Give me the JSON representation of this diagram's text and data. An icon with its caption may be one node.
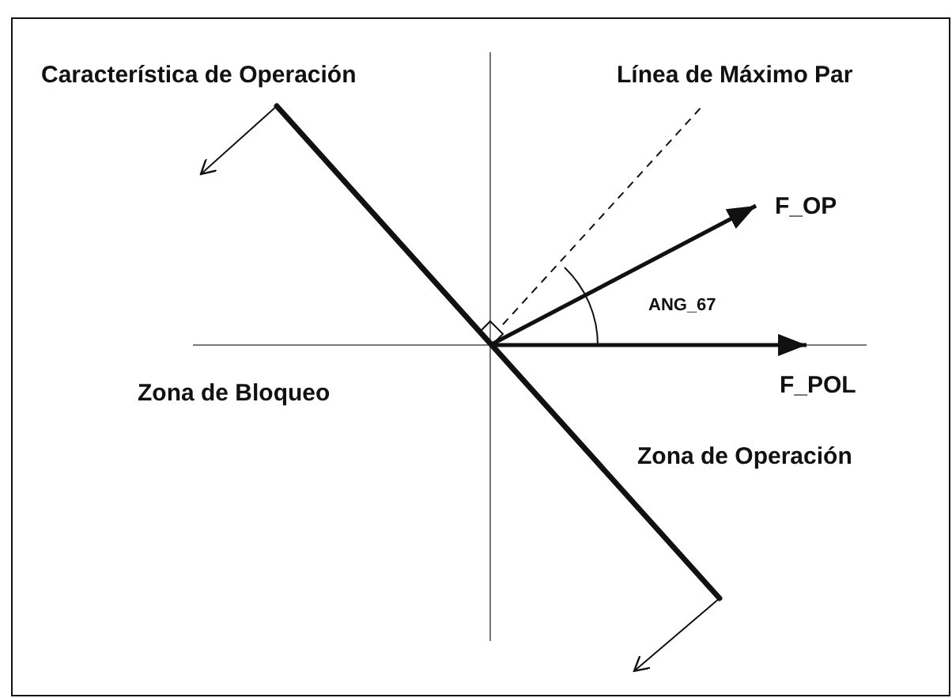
{
  "diagram": {
    "labels": [
      "Característica de Operación",
      "Línea de Máximo Par",
      "F_OP",
      "ANG_67",
      "F_POL",
      "Zona de Bloqueo",
      "Zona de Operación"
    ]
  }
}
